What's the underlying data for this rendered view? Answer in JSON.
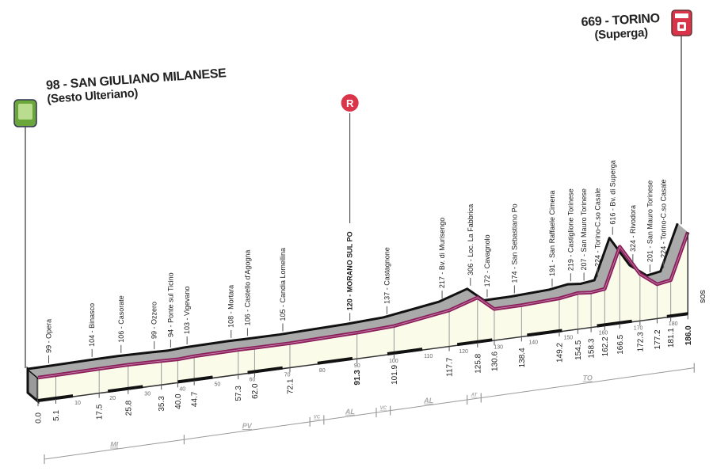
{
  "chart_data": {
    "type": "line",
    "title": "",
    "xlabel": "",
    "ylabel": "",
    "xlim": [
      0,
      186
    ],
    "start": {
      "altitude": "98",
      "name": "SAN GIULIANO MILANESE",
      "subname": "(Sesto Ulteriano)",
      "icon": "start-flag-icon"
    },
    "finish": {
      "altitude": "669",
      "name": "TORINO",
      "subname": "(Superga)",
      "icon": "finish-flag-icon"
    },
    "points": [
      {
        "km": 0.0,
        "alt": 98,
        "name": "",
        "km_label": "0.0"
      },
      {
        "km": 5.1,
        "alt": 99,
        "name": "99 - Opera",
        "km_label": "5.1"
      },
      {
        "km": 17.5,
        "alt": 104,
        "name": "104 - Binasco",
        "km_label": "17.5"
      },
      {
        "km": 25.8,
        "alt": 106,
        "name": "106 - Casorate",
        "km_label": "25.8"
      },
      {
        "km": 35.3,
        "alt": 99,
        "name": "99 - Ozzero",
        "km_label": "35.3"
      },
      {
        "km": 40.0,
        "alt": 94,
        "name": "94 - Ponte sul Ticino",
        "km_label": "40.0"
      },
      {
        "km": 44.7,
        "alt": 103,
        "name": "103 - Vigevano",
        "km_label": "44.7"
      },
      {
        "km": 57.3,
        "alt": 108,
        "name": "108 - Mortara",
        "km_label": "57.3"
      },
      {
        "km": 62.0,
        "alt": 106,
        "name": "106 - Castello d'Agogna",
        "km_label": "62.0"
      },
      {
        "km": 72.1,
        "alt": 105,
        "name": "105 - Candia Lomellina",
        "km_label": "72.1"
      },
      {
        "km": 91.3,
        "alt": 120,
        "name": "120 - MORANO SUL PO",
        "km_label": "91.3",
        "bold": true,
        "icon": "feed-zone-icon",
        "icon_label": "R"
      },
      {
        "km": 101.9,
        "alt": 137,
        "name": "137 - Castagnone",
        "km_label": "101.9"
      },
      {
        "km": 117.7,
        "alt": 217,
        "name": "217 - Bv. di Murisengo",
        "km_label": "117.7"
      },
      {
        "km": 125.8,
        "alt": 306,
        "name": "306 - Loc. La Fabbrica",
        "km_label": "125.8"
      },
      {
        "km": 130.6,
        "alt": 172,
        "name": "172 - Cavagnolo",
        "km_label": "130.6"
      },
      {
        "km": 138.4,
        "alt": 174,
        "name": "174 - San Sebastiano Po",
        "km_label": "138.4"
      },
      {
        "km": 149.2,
        "alt": 191,
        "name": "191 - San Raffaele Cimena",
        "km_label": "149.2"
      },
      {
        "km": 154.5,
        "alt": 219,
        "name": "219 - Castiglione Torinese",
        "km_label": "154.5"
      },
      {
        "km": 158.3,
        "alt": 207,
        "name": "207 - San Mauro Torinese",
        "km_label": "158.3"
      },
      {
        "km": 162.2,
        "alt": 224,
        "name": "224 - Torino-C.so Casale",
        "km_label": "162.2"
      },
      {
        "km": 166.5,
        "alt": 616,
        "name": "616 - Bv. di Superga",
        "km_label": "166.5"
      },
      {
        "km": 172.3,
        "alt": 324,
        "name": "324 - Rivodora",
        "km_label": "172.3"
      },
      {
        "km": 177.2,
        "alt": 201,
        "name": "201 - San Mauro Torinese",
        "km_label": "177.2"
      },
      {
        "km": 181.1,
        "alt": 224,
        "name": "224 - Torino-C.so Casale",
        "km_label": "181.1"
      },
      {
        "km": 186.0,
        "alt": 669,
        "name": "",
        "km_label": "186.0",
        "bold": true
      }
    ],
    "km_ticks": [
      10,
      20,
      30,
      40,
      50,
      60,
      70,
      80,
      90,
      100,
      110,
      120,
      130,
      140,
      150,
      160,
      170,
      180
    ],
    "regions": [
      {
        "label": "MI",
        "from": 0,
        "to": 40
      },
      {
        "label": "PV",
        "from": 40,
        "to": 76
      },
      {
        "label": "VC",
        "from": 76,
        "to": 80
      },
      {
        "label": "AL",
        "from": 80,
        "to": 95
      },
      {
        "label": "VC",
        "from": 95,
        "to": 99
      },
      {
        "label": "AL",
        "from": 99,
        "to": 121
      },
      {
        "label": "AT",
        "from": 121,
        "to": 125
      },
      {
        "label": "TO",
        "from": 125,
        "to": 186
      }
    ],
    "finish_side_label": "SOS",
    "colors": {
      "route": "#8a1d5a",
      "top": "#aaaaaa",
      "face": "#fbfbe9",
      "start": "#6aa63a",
      "finish": "#d8344a",
      "feed": "#d8344a"
    }
  }
}
